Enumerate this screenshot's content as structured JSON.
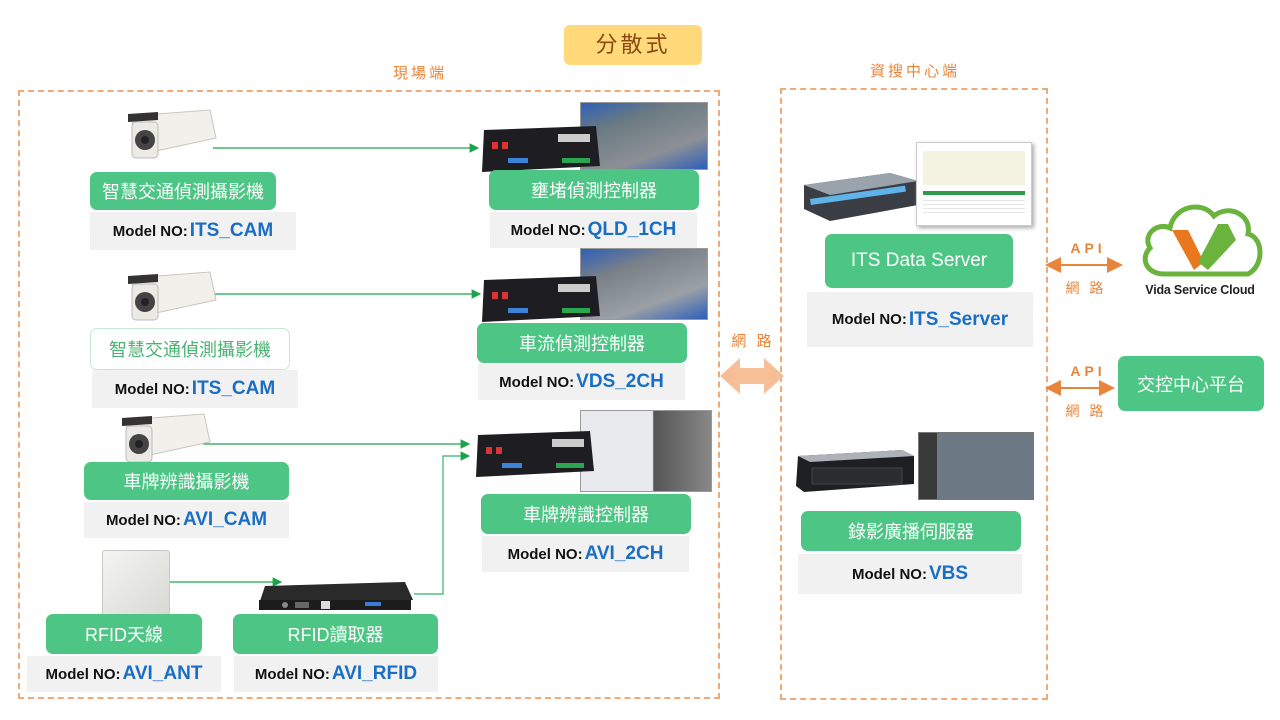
{
  "title": "分散式",
  "regions": {
    "field": {
      "label": "現場端"
    },
    "datacenter": {
      "label": "資搜中心端"
    }
  },
  "model_prefix": "Model NO:",
  "field_devices": {
    "cam1": {
      "label": "智慧交通偵測攝影機",
      "model": "ITS_CAM"
    },
    "cam2": {
      "label": "智慧交通偵測攝影機",
      "model": "ITS_CAM"
    },
    "cam3": {
      "label": "車牌辨識攝影機",
      "model": "AVI_CAM"
    },
    "rfid_ant": {
      "label": "RFID天線",
      "model": "AVI_ANT"
    },
    "rfid_reader": {
      "label": "RFID讀取器",
      "model": "AVI_RFID"
    },
    "ctrl1": {
      "label": "壅堵偵測控制器",
      "model": "QLD_1CH"
    },
    "ctrl2": {
      "label": "車流偵測控制器",
      "model": "VDS_2CH"
    },
    "ctrl3": {
      "label": "車牌辨識控制器",
      "model": "AVI_2CH"
    }
  },
  "datacenter_devices": {
    "its_server": {
      "label": "ITS Data Server",
      "model": "ITS_Server"
    },
    "vbs": {
      "label": "錄影廣播伺服器",
      "model": "VBS"
    }
  },
  "links": {
    "network": "網 路",
    "api": "API",
    "api_network": "網 路"
  },
  "external": {
    "cloud": {
      "label": "Vida Service Cloud"
    },
    "tcc": {
      "label": "交控中心平台"
    }
  },
  "colors": {
    "green": "#4dc584",
    "orange": "#e9853a",
    "model_blue": "#1a6fc4",
    "badge_yellow": "#ffd97a"
  }
}
